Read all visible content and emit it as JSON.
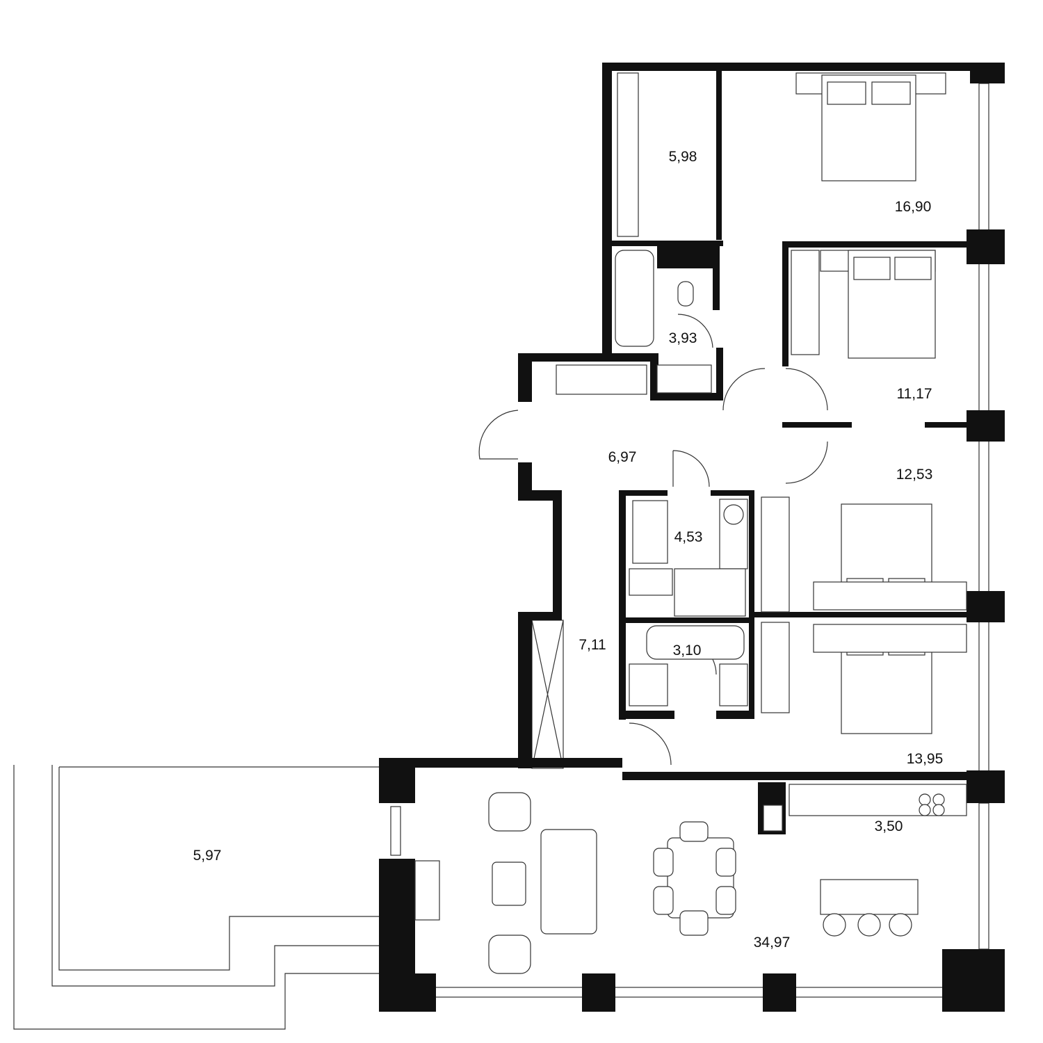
{
  "plan": {
    "rooms": [
      {
        "id": "wardrobe-top",
        "area": "5,98"
      },
      {
        "id": "bedroom-master",
        "area": "16,90"
      },
      {
        "id": "bathroom-master",
        "area": "3,93"
      },
      {
        "id": "bedroom-2",
        "area": "11,17"
      },
      {
        "id": "hall",
        "area": "6,97"
      },
      {
        "id": "bedroom-3",
        "area": "12,53"
      },
      {
        "id": "bathroom-2",
        "area": "4,53"
      },
      {
        "id": "corridor",
        "area": "7,11"
      },
      {
        "id": "bathroom-3",
        "area": "3,10"
      },
      {
        "id": "bedroom-4",
        "area": "13,95"
      },
      {
        "id": "kitchen",
        "area": "3,50"
      },
      {
        "id": "terrace",
        "area": "5,97"
      },
      {
        "id": "living-room",
        "area": "34,97"
      }
    ],
    "colors": {
      "wall": "#111111",
      "line": "#333333",
      "background": "#ffffff"
    }
  }
}
